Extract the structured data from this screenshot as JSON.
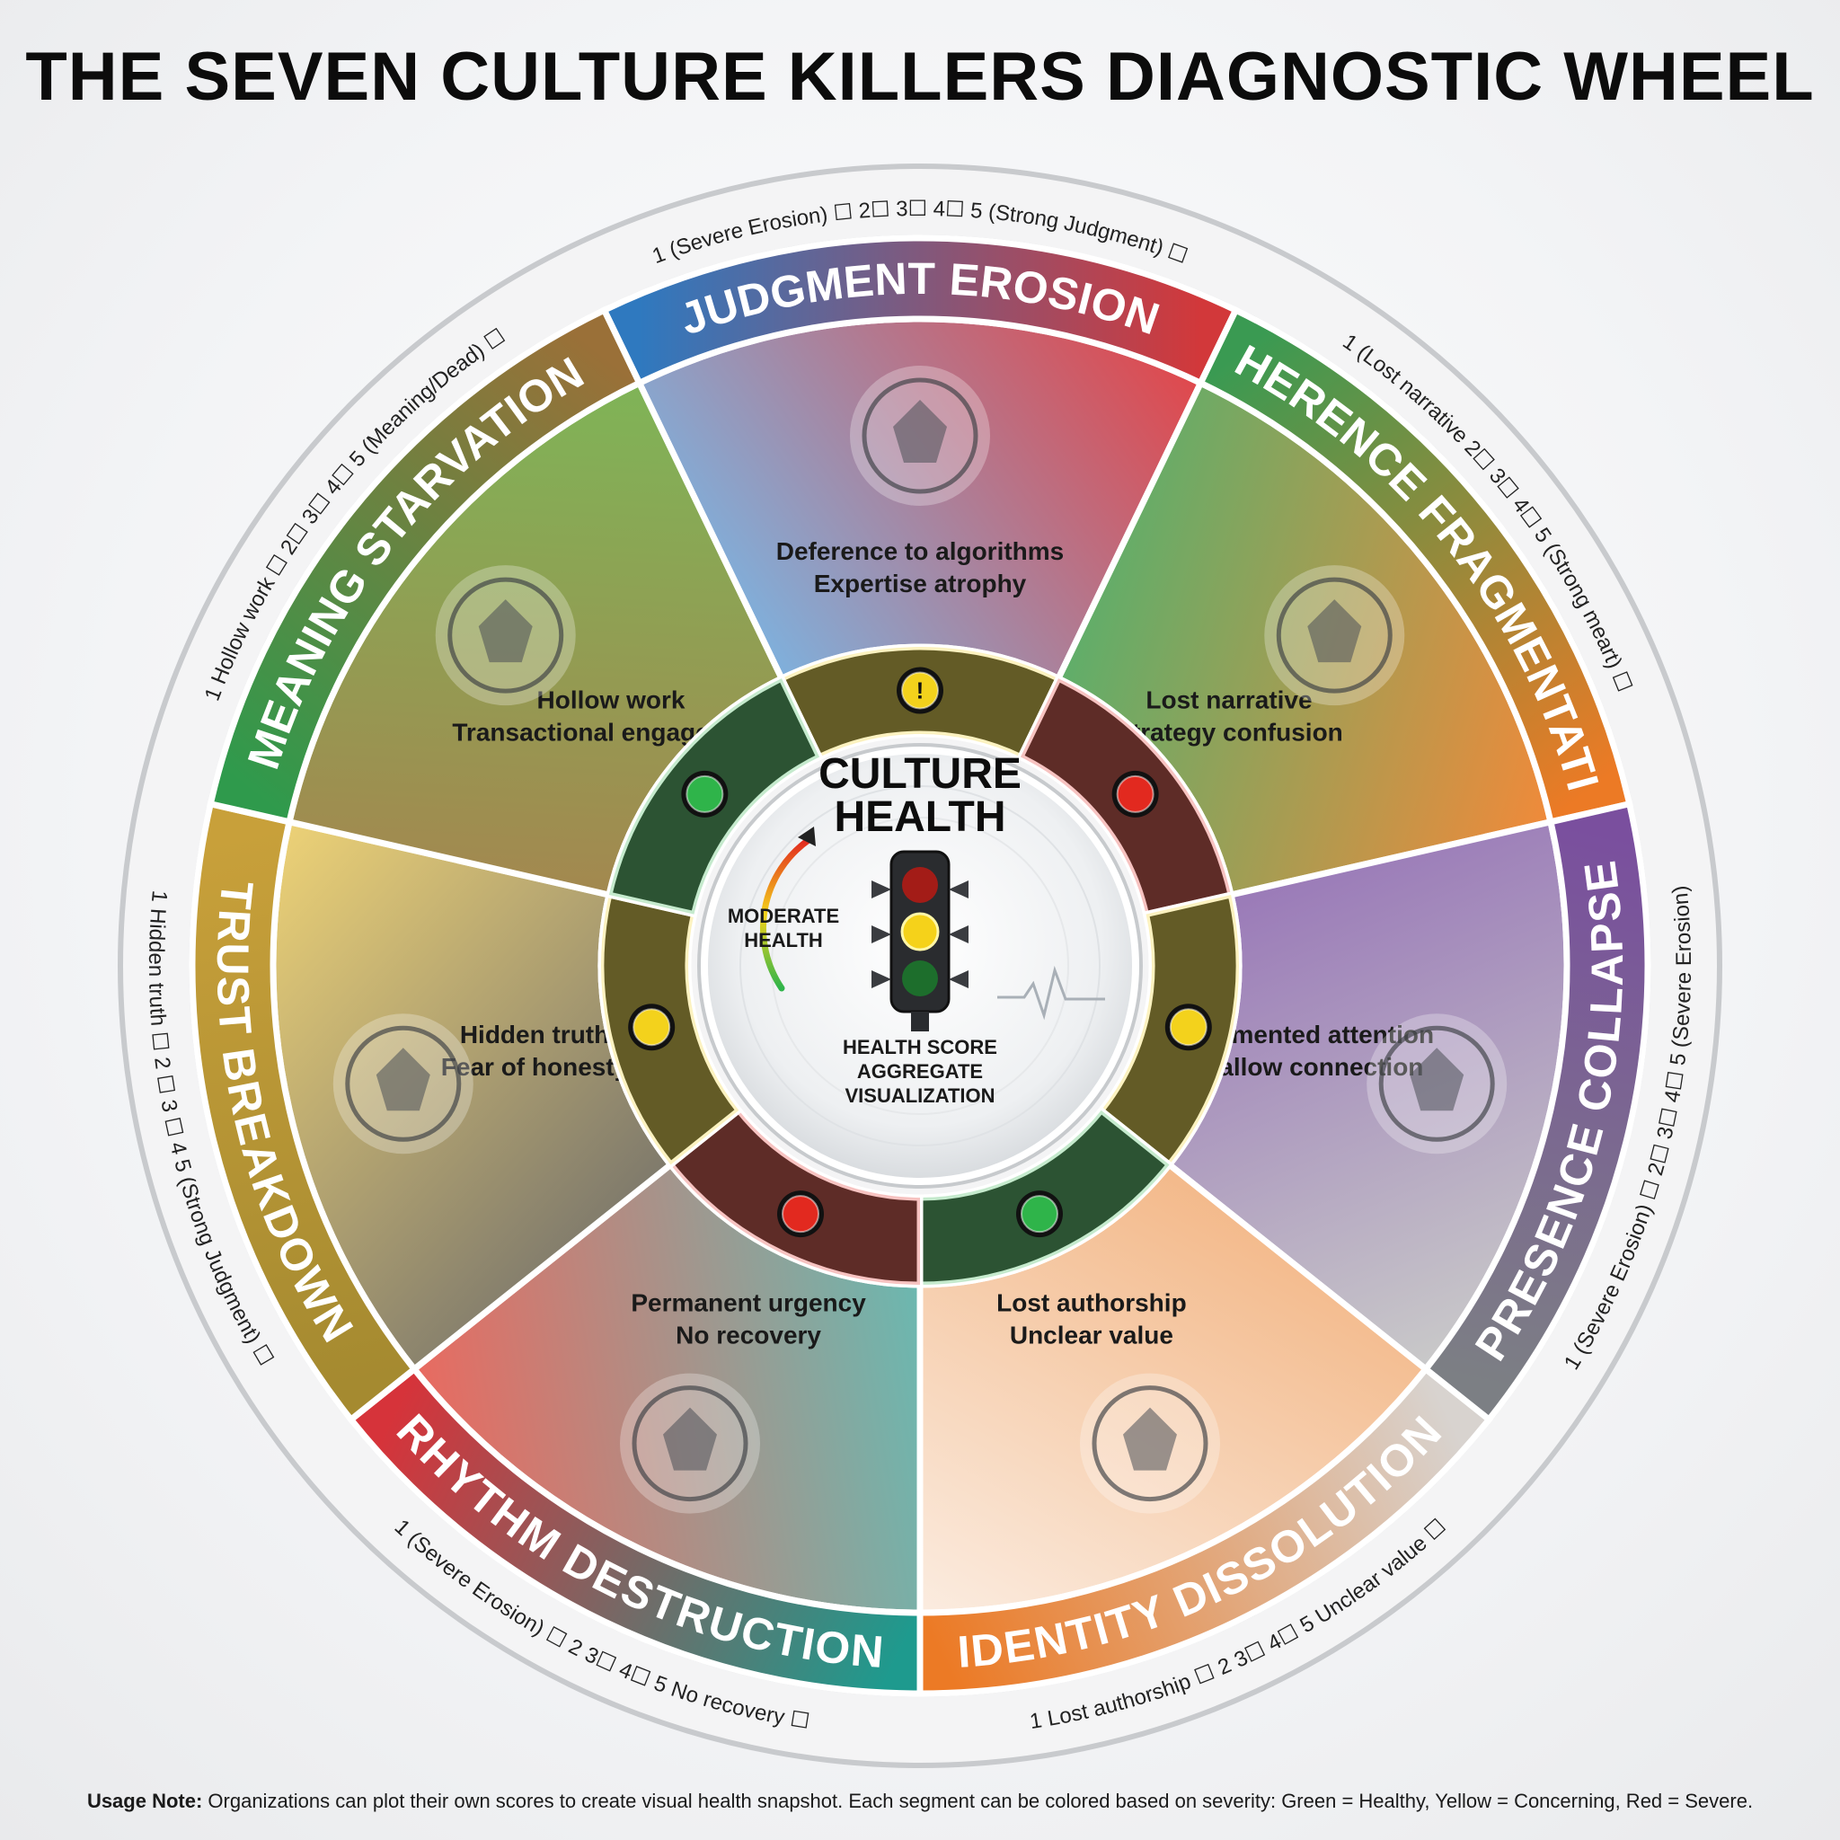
{
  "title": "THE SEVEN CULTURE KILLERS DIAGNOSTIC WHEEL",
  "center": {
    "title_line1": "CULTURE",
    "title_line2": "HEALTH",
    "gauge_label_line1": "MODERATE",
    "gauge_label_line2": "HEALTH",
    "caption_line1": "HEALTH SCORE",
    "caption_line2": "AGGREGATE",
    "caption_line3": "VISUALIZATION"
  },
  "segments": [
    {
      "name": "JUDGMENT EROSION",
      "symptom1": "Deference to algorithms",
      "symptom2": "Expertise atrophy",
      "scale": "1 (Severe Erosion) ☐  2☐  3☐  4☐  5 (Strong Judgment) ☐",
      "status": "yellow",
      "icon": "ai-brain-icon",
      "color_light": "#7fb0dc",
      "color_dark": "#e0484c",
      "band_from": "#2f79bf",
      "band_to": "#d2383a"
    },
    {
      "name": "COHERENCE FRAGMENTATION",
      "symptom1": "Lost narrative",
      "symptom2": "Strategy confusion",
      "scale": "1 (Lost narrative  2☐  3☐  4☐  5 (Strong meart) ☐",
      "status": "red",
      "icon": "shattered-mirror-icon",
      "color_light": "#5fae6a",
      "color_dark": "#f08a3a",
      "band_from": "#3a9a52",
      "band_to": "#ec7a25"
    },
    {
      "name": "PRESENCE COLLAPSE",
      "symptom1": "Fragmented attention",
      "symptom2": "Shallow connection",
      "scale": "1 (Severe Erosion) ☐  2☐  3☐  4☐  5 (Severe Erosion)",
      "status": "yellow",
      "icon": "split-screen-people-icon",
      "color_light": "#9a7ab8",
      "color_dark": "#c9c9c9",
      "band_from": "#7a4f9e",
      "band_to": "#7c7f84"
    },
    {
      "name": "IDENTITY DISSOLUTION",
      "symptom1": "Lost authorship",
      "symptom2": "Unclear value",
      "scale": "1 Lost authorship ☐  2  3☐  4☐  5 Unclear value ☐",
      "status": "green",
      "icon": "dissolving-figure-icon",
      "color_light": "#f3b98a",
      "color_dark": "#fbece0",
      "band_from": "#d8d3cf",
      "band_to": "#ec7a25"
    },
    {
      "name": "RHYTHM DESTRUCTION",
      "symptom1": "Permanent urgency",
      "symptom2": "No recovery",
      "scale": "1 (Severe Erosion) ☐  2  3☐  4☐  5 No recovery ☐",
      "status": "red",
      "icon": "monitor-metronome-icon",
      "color_light": "#6bb8b0",
      "color_dark": "#e96a60",
      "band_from": "#1e9a8e",
      "band_to": "#d6333a"
    },
    {
      "name": "TRUST BREAKDOWN",
      "symptom1": "Hidden truth",
      "symptom2": "Fear of honesty",
      "scale": "1 Hidden truth ☐  2 ☐  3 ☐  4 5 (Strong Judgment) ☐",
      "status": "yellow",
      "icon": "handshake-broken-bridge-icon",
      "color_light": "#7f7a6c",
      "color_dark": "#ecd176",
      "band_from": "#a58a30",
      "band_to": "#c8a03a"
    },
    {
      "name": "MEANING STARVATION",
      "symptom1": "Hollow work",
      "symptom2": "Transactional engagement",
      "scale": "1 Hollow work ☐  2☐  3☐  4☐  5 (Meaning/Dead) ☐",
      "status": "green",
      "icon": "empty-plate-wilted-plant-icon",
      "color_light": "#a3884f",
      "color_dark": "#7fb457",
      "band_from": "#2f9a4c",
      "band_to": "#9a7038"
    }
  ],
  "status_colors": {
    "green": "#2fb44a",
    "yellow": "#f3d21c",
    "red": "#e2291f"
  },
  "usage_note": {
    "label": "Usage Note:",
    "text": " Organizations can plot their own scores to create visual health snapshot. Each segment can be colored based on severity: Green = Healthy, Yellow = Concerning, Red = Severe."
  }
}
